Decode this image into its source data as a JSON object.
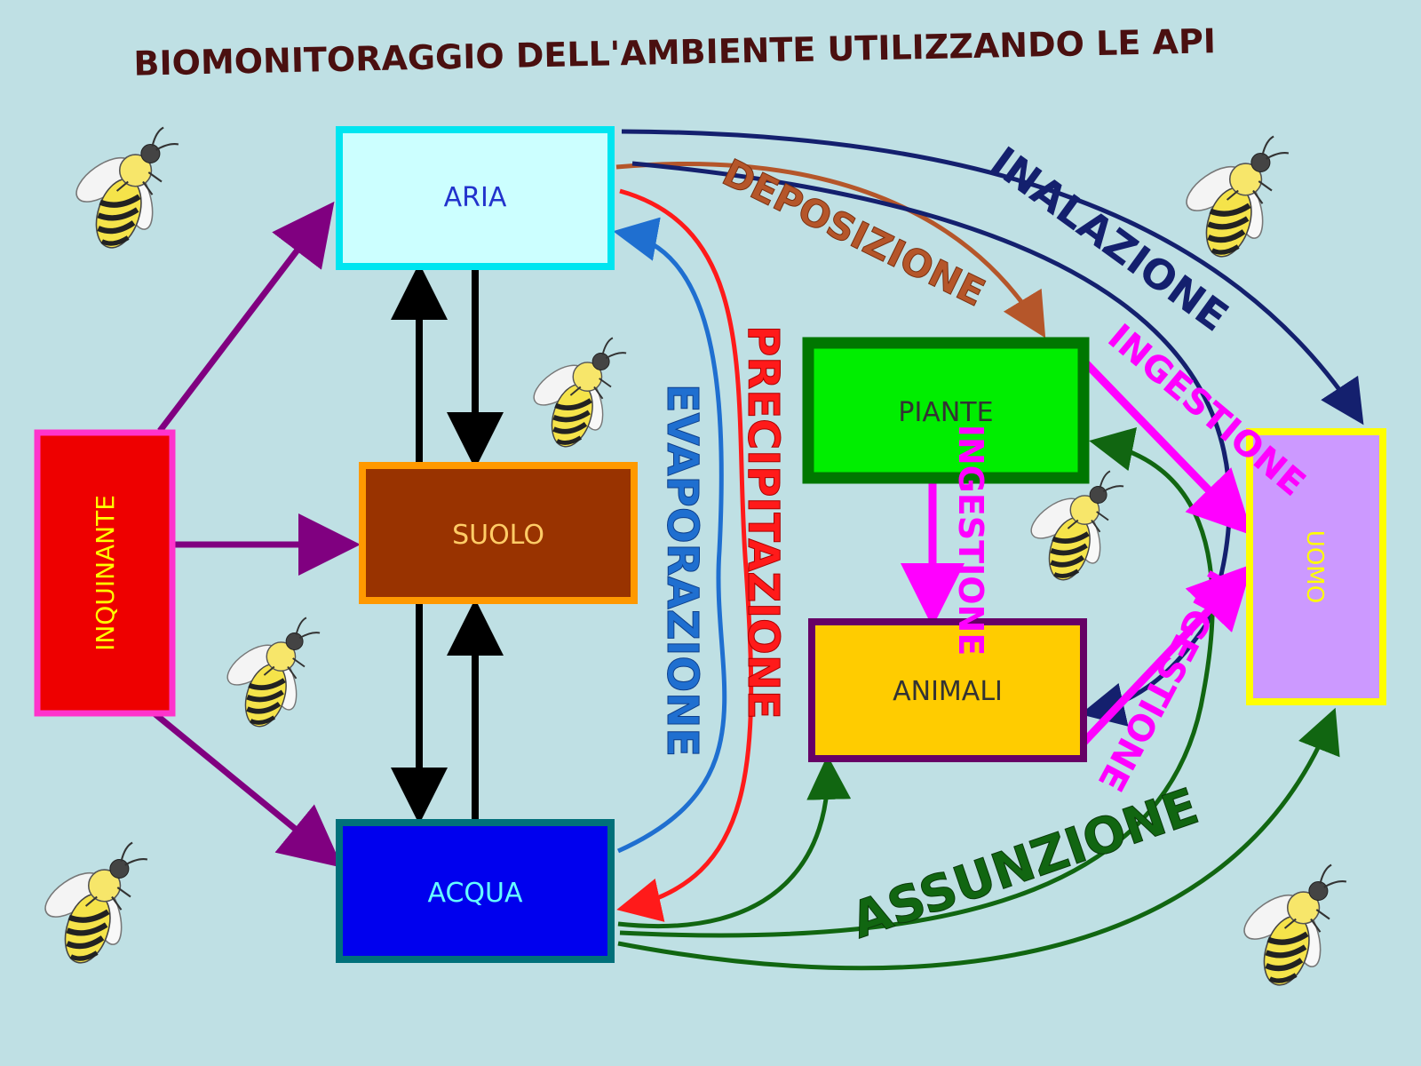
{
  "title": "BIOMONITORAGGIO DELL'AMBIENTE UTILIZZANDO LE API",
  "boxes": {
    "aria": "ARIA",
    "suolo": "SUOLO",
    "acqua": "ACQUA",
    "inquinante": "INQUINANTE",
    "piante": "PIANTE",
    "animali": "ANIMALI",
    "uomo": "UOMO"
  },
  "flows": {
    "deposizione": "DEPOSIZIONE",
    "inalazione": "INALAZIONE",
    "evaporazione": "EVAPORAZIONE",
    "precipitazione": "PRECIPITAZIONE",
    "ingestione_piante_uomo": "INGESTIONE",
    "ingestione_piante_animali": "INGESTIONE",
    "ingestione_animali_uomo": "INGESTIONE",
    "assunzione": "ASSUNZIONE"
  },
  "colors": {
    "background": "#bfe0e4",
    "aria_fill": "#ccffff",
    "aria_border": "#00e5f0",
    "aria_text": "#2233cc",
    "suolo_fill": "#993300",
    "suolo_border": "#ff9900",
    "suolo_text": "#ffcc66",
    "acqua_fill": "#0000ee",
    "acqua_border": "#00707a",
    "acqua_text": "#66ffff",
    "inquinante_fill": "#ee0000",
    "inquinante_border": "#ff33cc",
    "inquinante_text": "#ffff00",
    "piante_fill": "#00ee00",
    "piante_border": "#007700",
    "piante_text": "#333333",
    "animali_fill": "#ffcc00",
    "animali_border": "#660066",
    "animali_text": "#333333",
    "uomo_fill": "#cc99ff",
    "uomo_border": "#ffff00",
    "uomo_text": "#ffff00",
    "title": "#4a1010",
    "purple_arrow": "#800080",
    "black_arrow": "#000000",
    "deposizione": "#b5562a",
    "inalazione": "#14206e",
    "evaporazione": "#1f6fd0",
    "precipitazione": "#ff1a1a",
    "ingestione": "#ff00ff",
    "assunzione": "#116611"
  },
  "icons": [
    "bee-icon"
  ]
}
